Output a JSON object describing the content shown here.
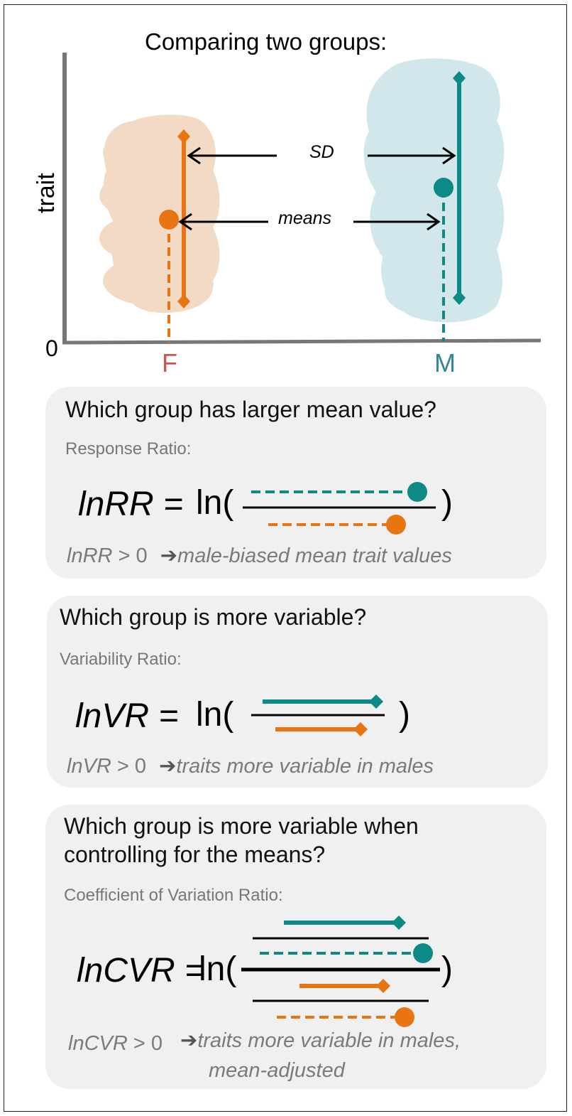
{
  "colors": {
    "female": "#e87511",
    "male": "#0e8a86",
    "female_silhouette": "#f3d9c2",
    "male_silhouette": "#cfe6ea",
    "female_label": "#c7564f",
    "male_label": "#2f8893",
    "axis": "#777777",
    "panel": "#f0f0f0",
    "note": "#7a7a7a"
  },
  "diagram": {
    "title": "Comparing two groups:",
    "y_label": "trait",
    "origin_label": "0",
    "sd_label": "SD",
    "means_label": "means",
    "female_label": "F",
    "male_label": "M",
    "silhouette_icon": "mouse-silhouette-icon"
  },
  "panels": [
    {
      "question": "Which group has larger mean value?",
      "subtitle": "Response Ratio:",
      "formula_label": "lnRR =",
      "ln": "ln(",
      "close_paren": ")",
      "note_lhs": "lnRR",
      "note_op": " > 0",
      "note_arrow": "➔",
      "note_rhs": "male-biased mean trait values"
    },
    {
      "question": "Which group is more variable?",
      "subtitle": "Variability Ratio:",
      "formula_label": "lnVR =",
      "ln": "ln(",
      "close_paren": ")",
      "note_lhs": "lnVR",
      "note_op": " > 0",
      "note_arrow": "➔",
      "note_rhs": "traits more variable in males"
    },
    {
      "question_line1": "Which group is more variable when",
      "question_line2": "controlling for the means?",
      "subtitle": "Coefficient of Variation Ratio:",
      "formula_label": "lnCVR =",
      "ln": "ln(",
      "close_paren": ")",
      "note_lhs": "lnCVR",
      "note_op": " > 0",
      "note_arrow": "➔",
      "note_rhs_line1": "traits more variable in males,",
      "note_rhs_line2": "mean-adjusted"
    }
  ]
}
